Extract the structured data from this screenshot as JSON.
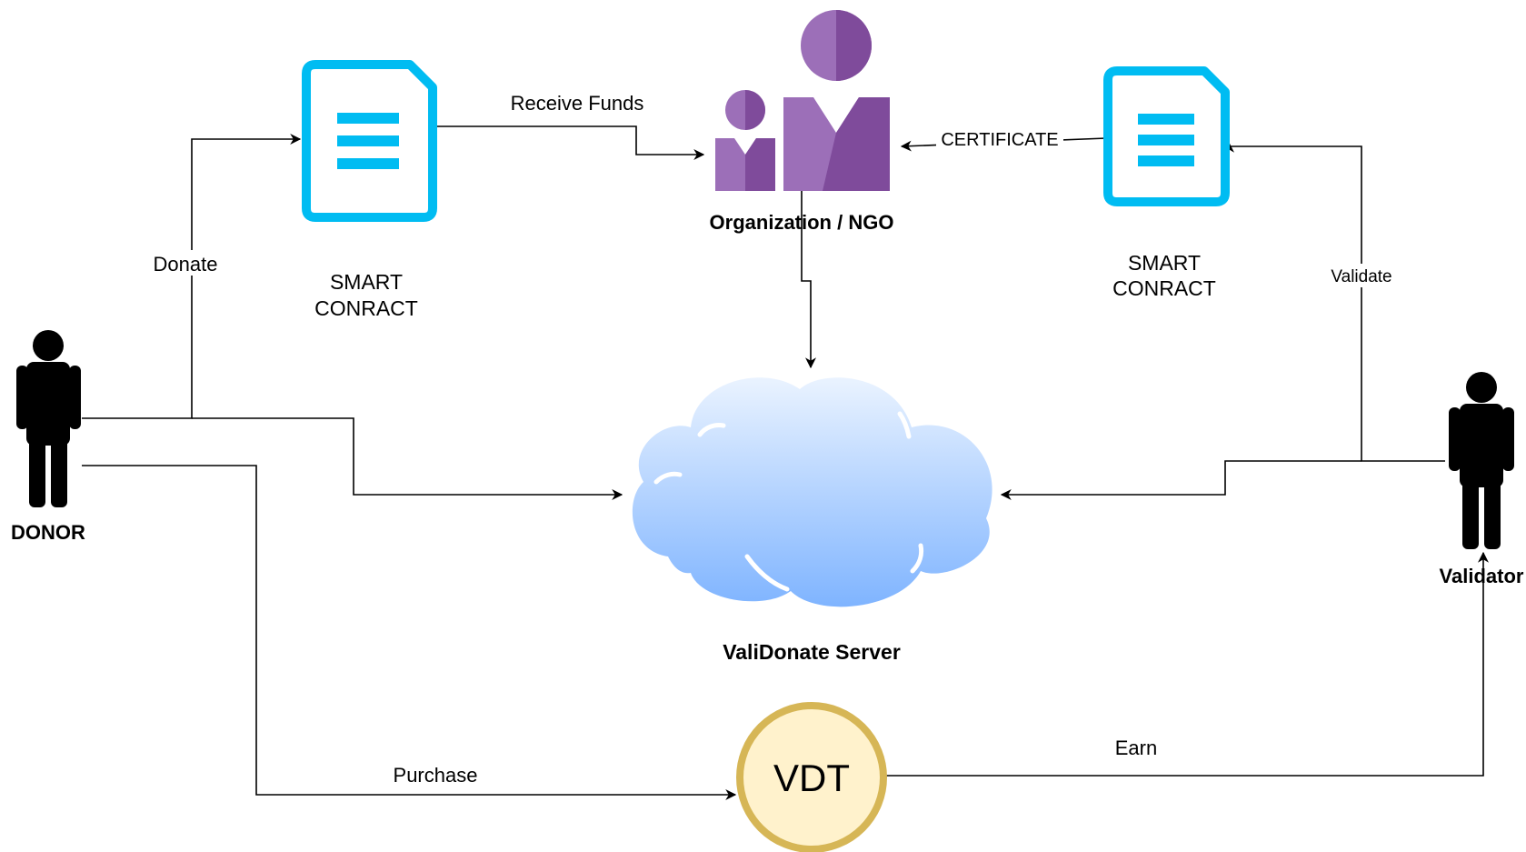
{
  "nodes": {
    "donor": {
      "label": "DONOR"
    },
    "validator": {
      "label": "Validator"
    },
    "organization": {
      "label": "Organization / NGO"
    },
    "server": {
      "label": "ValiDonate Server"
    },
    "token": {
      "label": "VDT"
    },
    "smart_contract_left": {
      "label_line1": "SMART",
      "label_line2": "CONRACT"
    },
    "smart_contract_right": {
      "label_line1": "SMART",
      "label_line2": "CONRACT"
    }
  },
  "edges": {
    "donate": "Donate",
    "receive_funds": "Receive Funds",
    "certificate": "CERTIFICATE",
    "validate": "Validate",
    "purchase": "Purchase",
    "earn": "Earn"
  },
  "colors": {
    "document_icon": "#00bcf2",
    "org_purple_dark": "#7f4b9b",
    "org_purple_light": "#9c6fb8",
    "cloud_top": "#eaf3ff",
    "cloud_bottom": "#7fb4ff",
    "token_fill": "#fff2cc",
    "token_stroke": "#d6b656"
  }
}
